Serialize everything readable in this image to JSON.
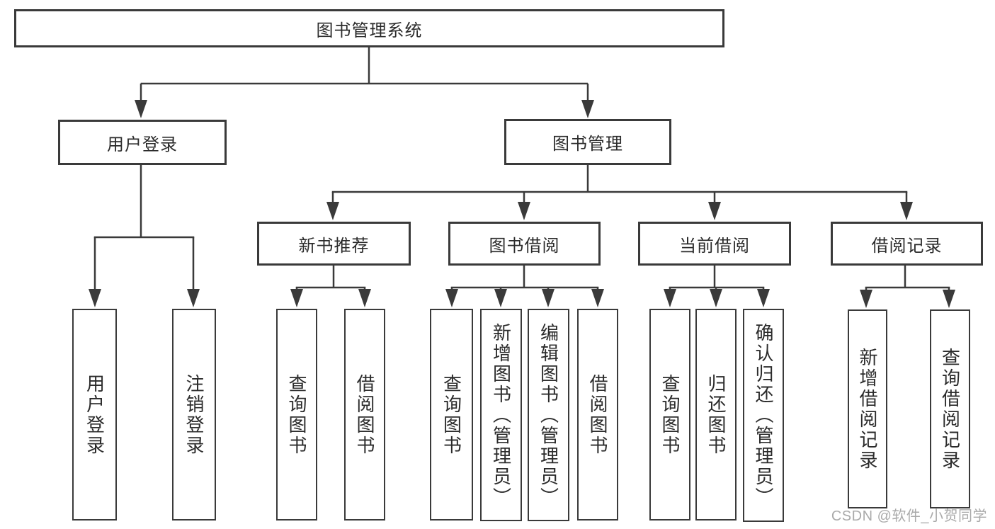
{
  "colors": {
    "background": "#ffffff",
    "line": "#3a3a3a",
    "box_border": "#3a3a3a",
    "text": "#2b2b2b",
    "watermark": "#9b9b9b"
  },
  "tree": {
    "root": {
      "label": "图书管理系统"
    },
    "branches": [
      {
        "label": "用户登录",
        "children": [
          {
            "label": "用户登录"
          },
          {
            "label": "注销登录"
          }
        ]
      },
      {
        "label": "图书管理",
        "children": [
          {
            "label": "新书推荐",
            "children": [
              {
                "label": "查询图书"
              },
              {
                "label": "借阅图书"
              }
            ]
          },
          {
            "label": "图书借阅",
            "children": [
              {
                "label": "查询图书"
              },
              {
                "label": "新增图书（管理员）"
              },
              {
                "label": "编辑图书（管理员）"
              },
              {
                "label": "借阅图书"
              }
            ]
          },
          {
            "label": "当前借阅",
            "children": [
              {
                "label": "查询图书"
              },
              {
                "label": "归还图书"
              },
              {
                "label": "确认归还（管理员）"
              }
            ]
          },
          {
            "label": "借阅记录",
            "children": [
              {
                "label": "新增借阅记录"
              },
              {
                "label": "查询借阅记录"
              }
            ]
          }
        ]
      }
    ]
  },
  "watermark": "CSDN @软件_小贺同学"
}
